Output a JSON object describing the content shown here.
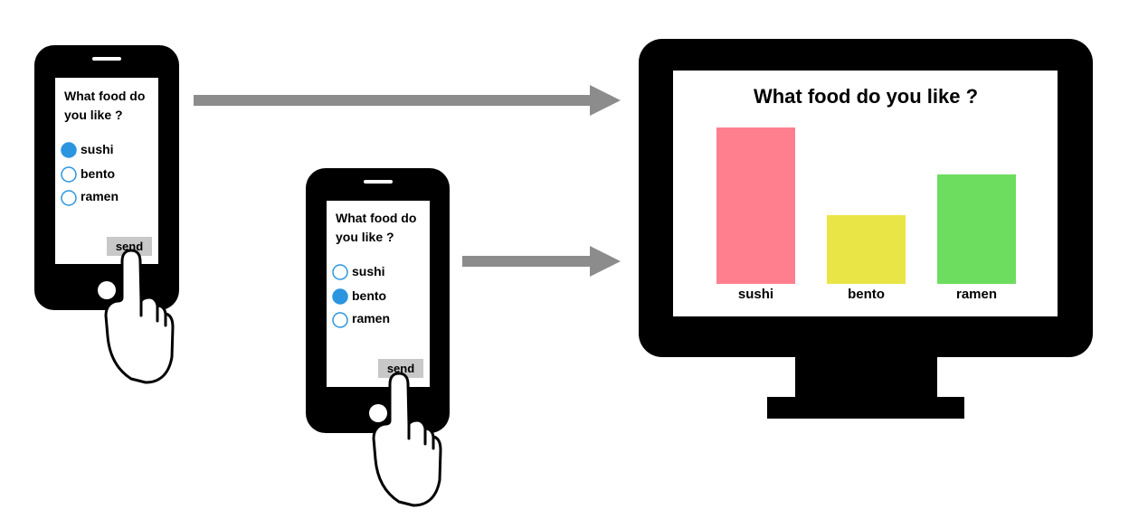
{
  "colors": {
    "device": "#000000",
    "screen": "#ffffff",
    "arrow": "#8c8c8c",
    "radio_selected": "#2b95e0",
    "radio_outline": "#2b95e0",
    "send_button": "#c8c8c8"
  },
  "phones": [
    {
      "question_line1": "What food do",
      "question_line2": "you like ?",
      "options": [
        {
          "label": "sushi",
          "selected": true
        },
        {
          "label": "bento",
          "selected": false
        },
        {
          "label": "ramen",
          "selected": false
        }
      ],
      "send_label": "send"
    },
    {
      "question_line1": "What food do",
      "question_line2": "you like ?",
      "options": [
        {
          "label": "sushi",
          "selected": false
        },
        {
          "label": "bento",
          "selected": true
        },
        {
          "label": "ramen",
          "selected": false
        }
      ],
      "send_label": "send"
    }
  ],
  "icons": [
    "hand-pointer-icon",
    "arrow-right-icon",
    "monitor-icon",
    "smartphone-icon"
  ],
  "chart_data": {
    "type": "bar",
    "title": "What food do you like ?",
    "categories": [
      "sushi",
      "bento",
      "ramen"
    ],
    "values": [
      10,
      4.4,
      7
    ],
    "colors": [
      "#ff7f8f",
      "#eae547",
      "#6ddd60"
    ],
    "ylim": [
      0,
      10
    ],
    "grid": false
  }
}
